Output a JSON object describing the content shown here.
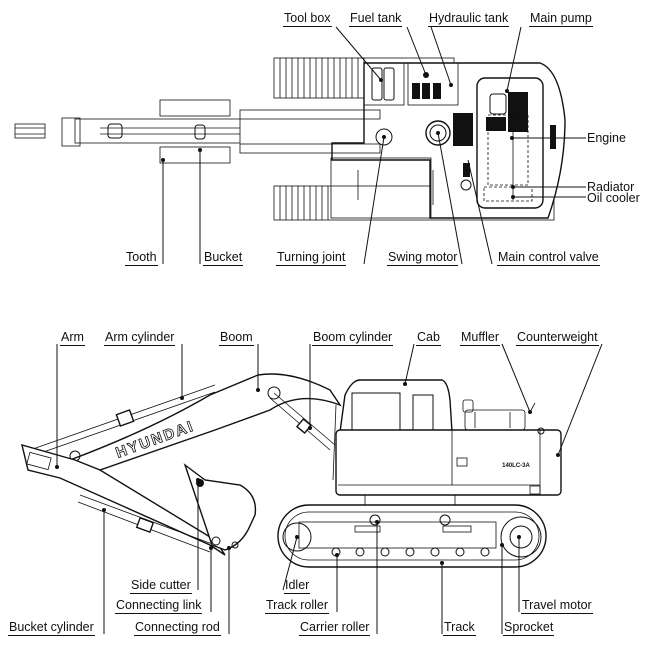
{
  "top_view": {
    "labels": {
      "tool_box": "Tool box",
      "fuel_tank": "Fuel tank",
      "hydraulic_tank": "Hydraulic tank",
      "main_pump": "Main pump",
      "engine": "Engine",
      "radiator": "Radiator",
      "oil_cooler": "Oil cooler",
      "tooth": "Tooth",
      "bucket": "Bucket",
      "turning_joint": "Turning joint",
      "swing_motor": "Swing motor",
      "main_control_valve": "Main control valve"
    }
  },
  "side_view": {
    "labels": {
      "arm": "Arm",
      "arm_cylinder": "Arm cylinder",
      "boom": "Boom",
      "boom_cylinder": "Boom cylinder",
      "cab": "Cab",
      "muffler": "Muffler",
      "counterweight": "Counterweight",
      "side_cutter": "Side cutter",
      "connecting_link": "Connecting link",
      "connecting_rod": "Connecting rod",
      "bucket_cylinder": "Bucket cylinder",
      "idler": "Idler",
      "track_roller": "Track roller",
      "carrier_roller": "Carrier roller",
      "track": "Track",
      "sprocket": "Sprocket",
      "travel_motor": "Travel motor"
    },
    "brand_text": "HYUNDAI",
    "model_text": "140LC-3A"
  }
}
